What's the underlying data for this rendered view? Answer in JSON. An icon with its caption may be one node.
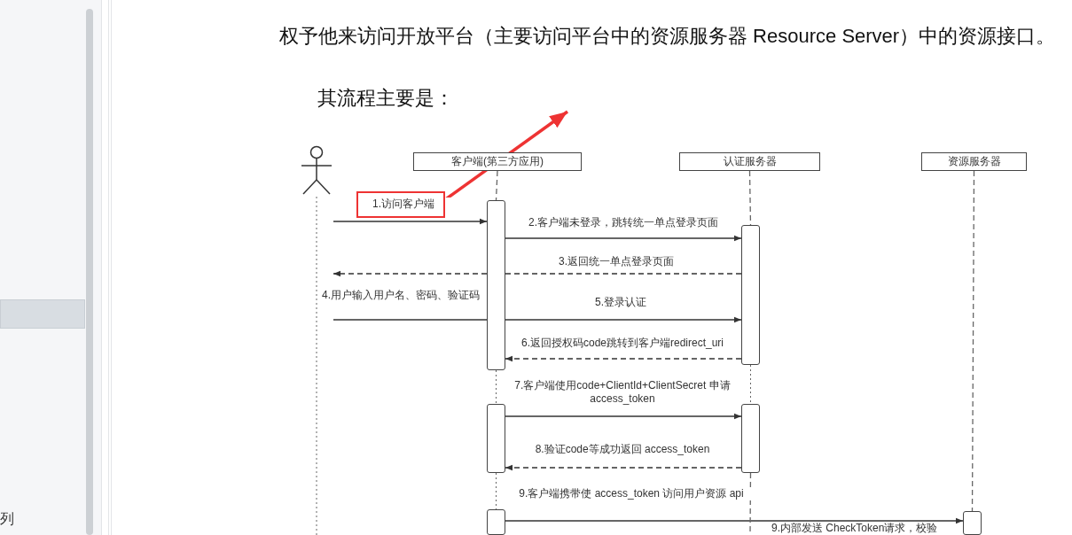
{
  "diagram": {
    "nodes": [
      {
        "text": [],
        "shape": "person"
      },
      {
        "text": [
          "客户端(第三方应用)"
        ]
      },
      {
        "text": [
          "认证服务器"
        ]
      },
      {
        "text": [
          "资源服务器"
        ]
      },
      {
        "text": [],
        "shape": "bar"
      },
      {
        "text": [],
        "shape": "bar"
      },
      {
        "text": [],
        "shape": "bar"
      },
      {
        "text": [],
        "shape": "bar"
      },
      {
        "text": [],
        "shape": "bar"
      },
      {
        "text": [],
        "shape": "bar"
      },
      {
        "text": [],
        "shape": "box"
      }
    ],
    "edges": [
      {
        "from": 0,
        "to": 4,
        "arrow": "to",
        "label": "1.访问客户端"
      },
      {
        "from": 4,
        "to": 5,
        "arrow": "to",
        "label": "2.客户端未登录，跳转统一单点登录页面"
      },
      {
        "from": 5,
        "to": 4,
        "arrow": "none",
        "style": "dashed",
        "label": "3.返回统一单点登录页面"
      },
      {
        "from": 4,
        "to": 0,
        "arrow": "to",
        "style": "dashed"
      },
      {
        "from": 0,
        "to": 4,
        "arrow": "none",
        "label": "4.用户输入用户名、密码、验证码"
      },
      {
        "from": 4,
        "to": 5,
        "arrow": "to",
        "label": "5.登录认证"
      },
      {
        "from": 5,
        "to": 4,
        "arrow": "to",
        "style": "dashed",
        "label": "6.返回授权码code跳转到客户端redirect_uri"
      },
      {
        "from": 6,
        "to": 7,
        "arrow": "to",
        "label": "7.客户端使用code+ClientId+ClientSecret 申请 access_token"
      },
      {
        "from": 7,
        "to": 6,
        "arrow": "to",
        "style": "dashed",
        "label": "8.验证code等成功返回 access_token"
      },
      {
        "from": 8,
        "to": 9,
        "arrow": "to",
        "label": "9.客户端携带使 access_token 访问用户资源 api"
      },
      {
        "from": 10,
        "to": null,
        "arrow": "to",
        "style": "thick",
        "color": "#ee3333"
      },
      {
        "from": 1,
        "to": 4,
        "arrow": "none",
        "style": "dashed",
        "color": "#666666"
      },
      {
        "from": 4,
        "to": 6,
        "arrow": "none",
        "style": "dashed",
        "color": "#666666"
      },
      {
        "from": 6,
        "to": 8,
        "arrow": "none",
        "style": "dashed",
        "color": "#666666"
      },
      {
        "from": 2,
        "to": 5,
        "arrow": "none",
        "style": "dashed",
        "color": "#666666"
      },
      {
        "from": 5,
        "to": 7,
        "arrow": "none",
        "style": "dashed",
        "color": "#666666"
      },
      {
        "from": 7,
        "to": null,
        "arrow": "none",
        "style": "dashed",
        "color": "#666666"
      },
      {
        "from": 3,
        "to": 9,
        "arrow": "none",
        "style": "dashed",
        "color": "#666666"
      }
    ],
    "labels": [
      "权予他来访问开放平台（主要访问平台中的资源服务器 Resource Server）中的资源接口。",
      "其流程主要是：",
      "9.内部发送 CheckToken请求，校验",
      "列"
    ]
  }
}
